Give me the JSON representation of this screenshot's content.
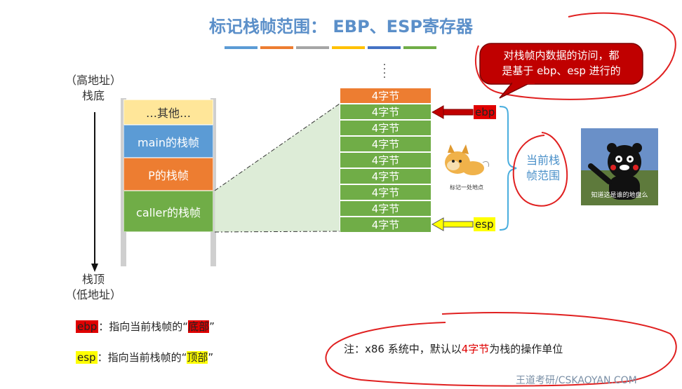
{
  "title": "标记栈帧范围： EBP、ESP寄存器",
  "title_bar_colors": [
    "#5b9bd5",
    "#ed7d31",
    "#a5a5a5",
    "#ffc000",
    "#4472c4",
    "#70ad47"
  ],
  "callout": {
    "line1": "对栈帧内数据的访问，都",
    "line2": "是基于 ebp、esp 进行的",
    "fill": "#c00000"
  },
  "left_stack": {
    "high_addr": "（高地址）",
    "bottom": "栈底",
    "top": "栈顶",
    "low_addr": "（低地址）",
    "frames": [
      {
        "label": "…其他…",
        "color": "#ffe699",
        "text_color": "#333333"
      },
      {
        "label": "main的栈帧",
        "color": "#5b9bd5",
        "text_color": "#ffffff"
      },
      {
        "label": "P的栈帧",
        "color": "#ed7d31",
        "text_color": "#ffffff"
      },
      {
        "label": "caller的栈帧",
        "color": "#70ad47",
        "text_color": "#ffffff"
      }
    ]
  },
  "right_stack": {
    "cells": [
      "4字节",
      "4字节",
      "4字节",
      "4字节",
      "4字节",
      "4字节",
      "4字节",
      "4字节",
      "4字节"
    ],
    "top_color": "#ed7d31",
    "cell_color": "#70ad47"
  },
  "pointers": {
    "ebp": "ebp",
    "esp": "esp"
  },
  "brace_label": "当前栈帧范围",
  "sticker_left_caption": "标记一处地点",
  "sticker_right_caption": "知道这是谁的地盘么",
  "legend": {
    "ebp_tag": "ebp",
    "ebp_text": "：指向当前栈帧的“",
    "ebp_emph": "底部",
    "ebp_close": "”",
    "esp_tag": "esp",
    "esp_text": "：指向当前栈帧的“",
    "esp_emph": "顶部",
    "esp_close": "”"
  },
  "note": {
    "prefix": "注：x86 系统中，默认以",
    "emph": "4字节",
    "suffix": "为栈的操作单位"
  },
  "watermark": "王道考研/CSKAOYAN.COM"
}
